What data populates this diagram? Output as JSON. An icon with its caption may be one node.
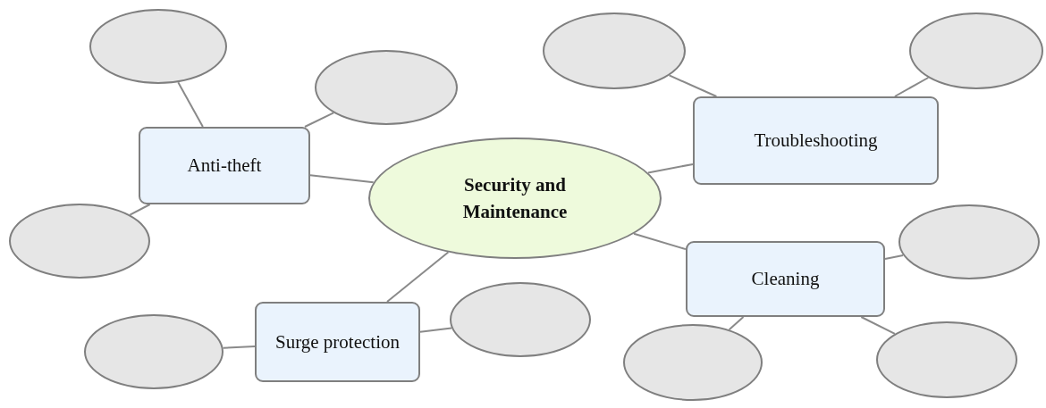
{
  "diagram": {
    "nodes": [
      {
        "text": [
          "Security and Maintenance"
        ]
      },
      {
        "text": [
          "Anti-theft"
        ]
      },
      {
        "text": [
          "Troubleshooting"
        ]
      },
      {
        "text": [
          "Surge protection"
        ]
      },
      {
        "text": [
          "Cleaning"
        ]
      },
      {
        "text": [],
        "shape": "ellipse"
      },
      {
        "text": [],
        "shape": "ellipse"
      },
      {
        "text": [],
        "shape": "ellipse"
      },
      {
        "text": [],
        "shape": "ellipse"
      },
      {
        "text": [],
        "shape": "ellipse"
      },
      {
        "text": [],
        "shape": "ellipse"
      },
      {
        "text": [],
        "shape": "ellipse"
      },
      {
        "text": [],
        "shape": "ellipse"
      },
      {
        "text": [],
        "shape": "ellipse"
      },
      {
        "text": [],
        "shape": "ellipse"
      }
    ],
    "edges": [
      {
        "from": 0,
        "to": 1,
        "arrow": "none"
      },
      {
        "from": 0,
        "to": 2,
        "arrow": "none"
      },
      {
        "from": 0,
        "to": 3,
        "arrow": "none"
      },
      {
        "from": 0,
        "to": 4,
        "arrow": "none"
      },
      {
        "from": 1,
        "to": 5,
        "arrow": "none"
      },
      {
        "from": 1,
        "to": 6,
        "arrow": "none"
      },
      {
        "from": 1,
        "to": 7,
        "arrow": "none"
      },
      {
        "from": 2,
        "to": 8,
        "arrow": "none"
      },
      {
        "from": 2,
        "to": 9,
        "arrow": "none"
      },
      {
        "from": 3,
        "to": 11,
        "arrow": "none"
      },
      {
        "from": 3,
        "to": 12,
        "arrow": "none"
      },
      {
        "from": 4,
        "to": 10,
        "arrow": "none"
      },
      {
        "from": 4,
        "to": 13,
        "arrow": "none"
      },
      {
        "from": 4,
        "to": 14,
        "arrow": "none"
      }
    ]
  }
}
